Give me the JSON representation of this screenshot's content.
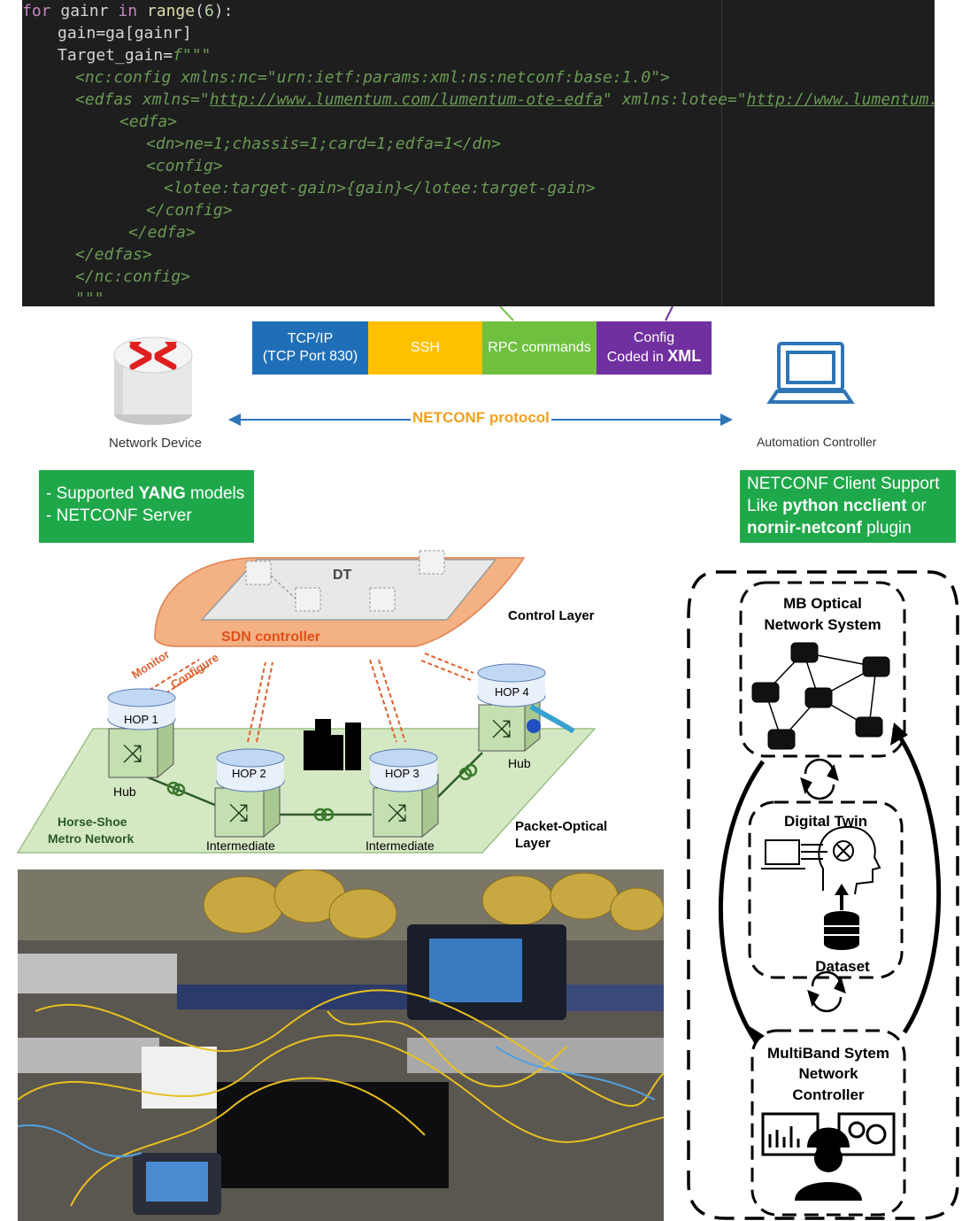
{
  "code": {
    "line1": {
      "kw1": "for",
      "var": " gainr ",
      "kw2": "in",
      "fn": " range",
      "open": "(",
      "num": "6",
      "close": "):"
    },
    "line2": "gain=ga[gainr]",
    "line3_plain": "Target_gain=",
    "line3_str": "f\"\"\"",
    "line4": "<nc:config xmlns:nc=\"urn:ietf:params:xml:ns:netconf:base:1.0\">",
    "line5_a": "<edfas xmlns=\"",
    "line5_url1": "http://www.lumentum.com/lumentum-ote-edfa",
    "line5_b": "\" xmlns:lotee=\"",
    "line5_url2": "http://www.lumentum.com/lum",
    "line6": "<edfa>",
    "line7": "<dn>ne=1;chassis=1;card=1;edfa=1</dn>",
    "line8": "<config>",
    "line9": "<lotee:target-gain>{gain}</lotee:target-gain>",
    "line10": "</config>",
    "line11": "</edfa>",
    "line12": "</edfas>",
    "line13": "</nc:config>",
    "line14": "\"\"\""
  },
  "protocol": {
    "boxes": [
      {
        "line1": "TCP/IP",
        "line2": "(TCP Port 830)",
        "color": "#1f6fb8"
      },
      {
        "line1": "SSH",
        "line2": "",
        "color": "#ffc000"
      },
      {
        "line1": "RPC commands",
        "line2": "",
        "color": "#70c040"
      },
      {
        "line1": "Config",
        "line2_a": "Coded in ",
        "line2_b": "XML",
        "color": "#7030a0"
      }
    ],
    "arrow_label": "NETCONF protocol",
    "left_caption": "Network Device",
    "right_caption": "Automation Controller",
    "left_box": {
      "l1_a": "- Supported ",
      "l1_b": "YANG",
      "l1_c": " models",
      "l2": "- NETCONF Server"
    },
    "right_box": {
      "l1": "NETCONF Client Support",
      "l2_a": "Like ",
      "l2_b": "python ncclient",
      "l2_c": " or",
      "l3_a": "nornir-netconf",
      "l3_b": " plugin"
    }
  },
  "sdn": {
    "dt_label": "DT",
    "controller_label": "SDN controller",
    "control_layer": "Control Layer",
    "monitor": "Monitor",
    "configure": "Configure",
    "hops": [
      "HOP 1",
      "HOP 2",
      "HOP 3",
      "HOP 4"
    ],
    "hub_left": "Hub",
    "hub_right": "Hub",
    "intermediate_1": "Intermediate",
    "intermediate_2": "Intermediate",
    "network_name_1": "Horse-Shoe",
    "network_name_2": "Metro Network",
    "packet_layer_1": "Packet-Optical",
    "packet_layer_2": "Layer"
  },
  "loop": {
    "top_1": "MB Optical",
    "top_2": "Network System",
    "mid": "Digital Twin",
    "dataset": "Dataset",
    "bottom_1": "MultiBand Sytem",
    "bottom_2": "Network",
    "bottom_3": "Controller"
  },
  "colors": {
    "code_bg": "#1e1e1e",
    "xml_green": "#6a9955",
    "box_green": "#1fa84a",
    "arrow_blue": "#2e75b6",
    "label_orange": "#f0a020",
    "sdn_orange": "#f4b183",
    "layer_green": "#d5e8c4"
  }
}
